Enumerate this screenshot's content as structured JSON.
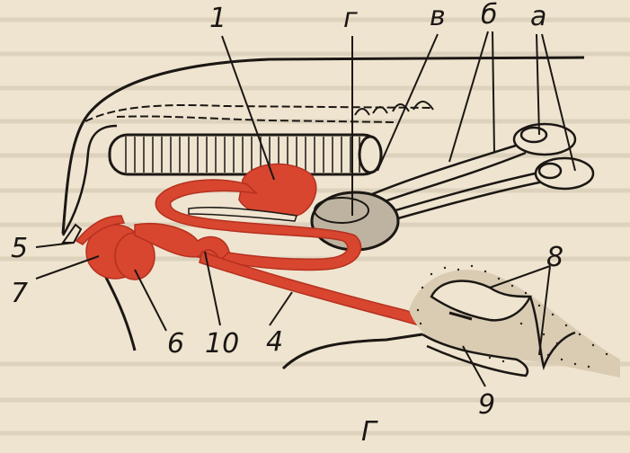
{
  "figure": {
    "caption": "Г",
    "labels": {
      "l1": "1",
      "lg": "г",
      "lv": "в",
      "lb": "б",
      "la": "а",
      "l5": "5",
      "l7": "7",
      "l6": "6",
      "l10": "10",
      "l4": "4",
      "l8": "8",
      "l9": "9"
    }
  },
  "colors": {
    "ink": "#1b1714",
    "red": "#d8462f",
    "paper": "#efe4cf"
  }
}
